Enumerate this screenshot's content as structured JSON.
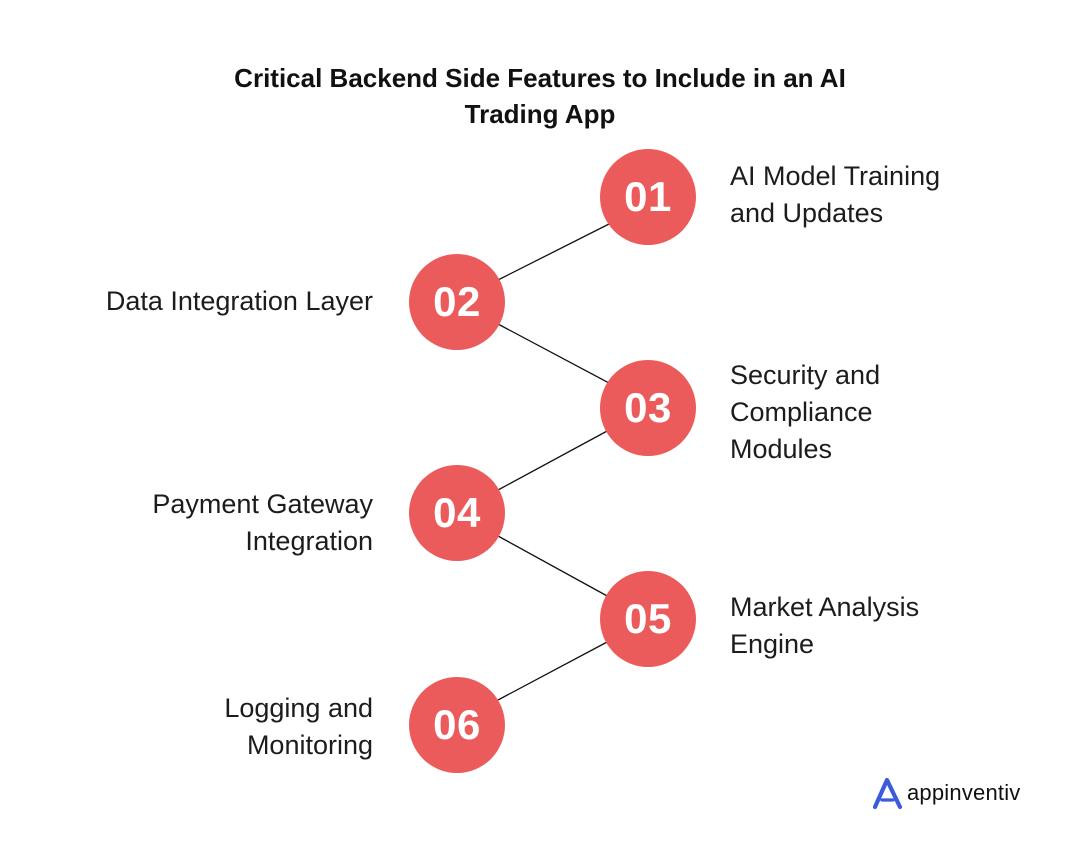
{
  "title": "Critical Backend Side Features to Include in an AI Trading App",
  "steps": [
    {
      "number": "01",
      "label": "AI Model Training\nand Updates"
    },
    {
      "number": "02",
      "label": "Data Integration Layer"
    },
    {
      "number": "03",
      "label": "Security and\nCompliance\nModules"
    },
    {
      "number": "04",
      "label": "Payment Gateway\nIntegration"
    },
    {
      "number": "05",
      "label": "Market Analysis\nEngine"
    },
    {
      "number": "06",
      "label": "Logging and\nMonitoring"
    }
  ],
  "brand": {
    "name": "appinventiv",
    "icon": "appinventiv-logo-icon"
  },
  "colors": {
    "node": "#ec5b5b",
    "logo": "#3b5bdb",
    "line": "#111111"
  }
}
